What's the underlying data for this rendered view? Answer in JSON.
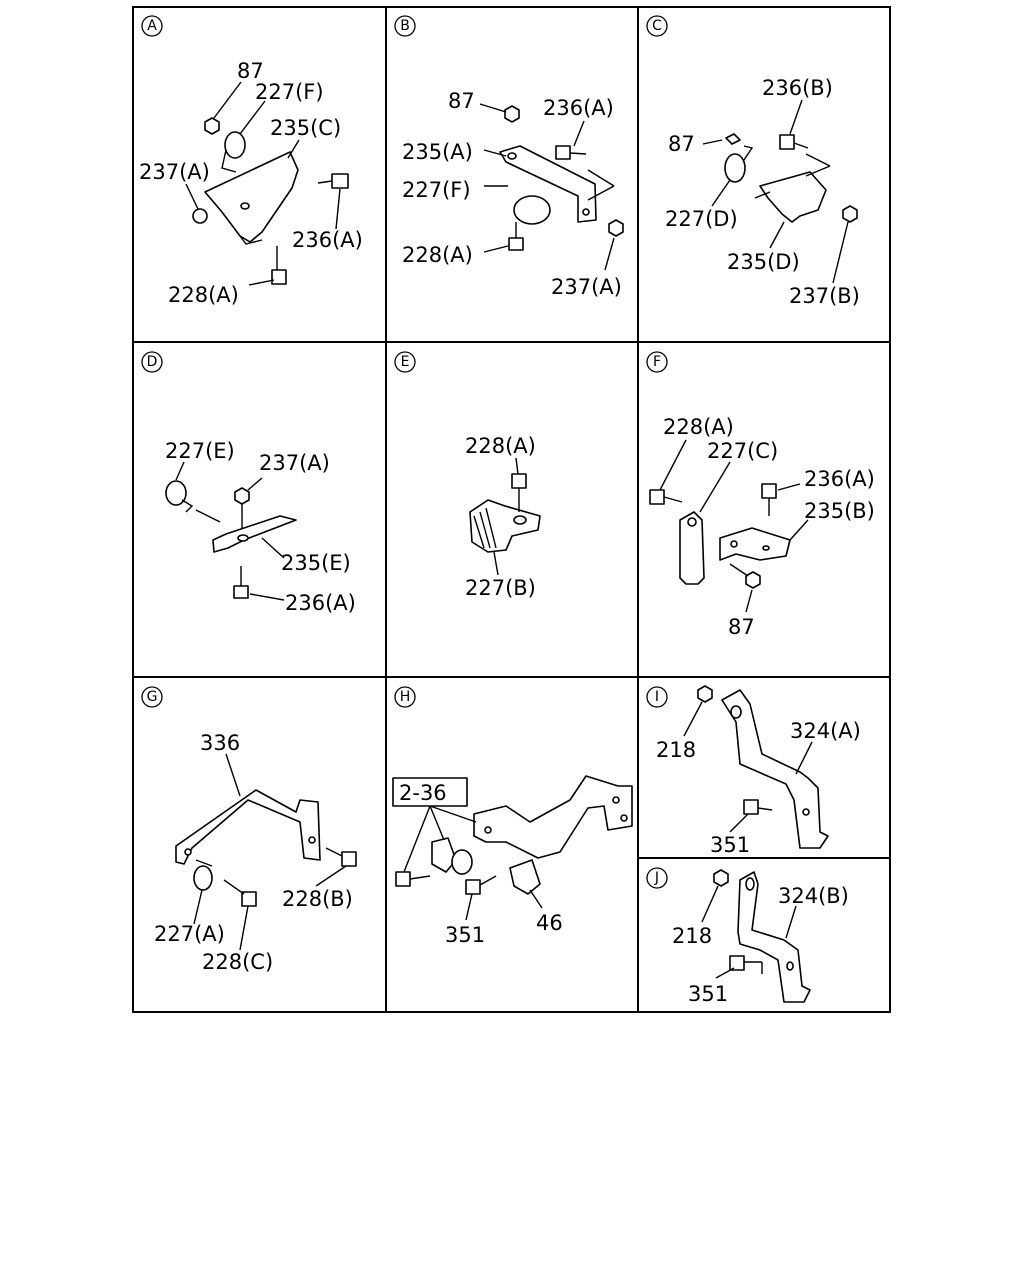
{
  "panels": [
    {
      "id": "A",
      "letter": "A",
      "labels": [
        "87",
        "227(F)",
        "235(C)",
        "237(A)",
        "236(A)",
        "228(A)"
      ]
    },
    {
      "id": "B",
      "letter": "B",
      "labels": [
        "87",
        "236(A)",
        "235(A)",
        "227(F)",
        "228(A)",
        "237(A)"
      ]
    },
    {
      "id": "C",
      "letter": "C",
      "labels": [
        "236(B)",
        "87",
        "227(D)",
        "235(D)",
        "237(B)"
      ]
    },
    {
      "id": "D",
      "letter": "D",
      "labels": [
        "227(E)",
        "237(A)",
        "235(E)",
        "236(A)"
      ]
    },
    {
      "id": "E",
      "letter": "E",
      "labels": [
        "228(A)",
        "227(B)"
      ]
    },
    {
      "id": "F",
      "letter": "F",
      "labels": [
        "228(A)",
        "227(C)",
        "236(A)",
        "235(B)",
        "87"
      ]
    },
    {
      "id": "G",
      "letter": "G",
      "labels": [
        "336",
        "228(B)",
        "227(A)",
        "228(C)"
      ]
    },
    {
      "id": "H",
      "letter": "H",
      "labels": [
        "2-36",
        "351",
        "46"
      ]
    },
    {
      "id": "I",
      "letter": "I",
      "labels": [
        "218",
        "324(A)",
        "351"
      ]
    },
    {
      "id": "J",
      "letter": "J",
      "labels": [
        "218",
        "324(B)",
        "351"
      ]
    }
  ]
}
